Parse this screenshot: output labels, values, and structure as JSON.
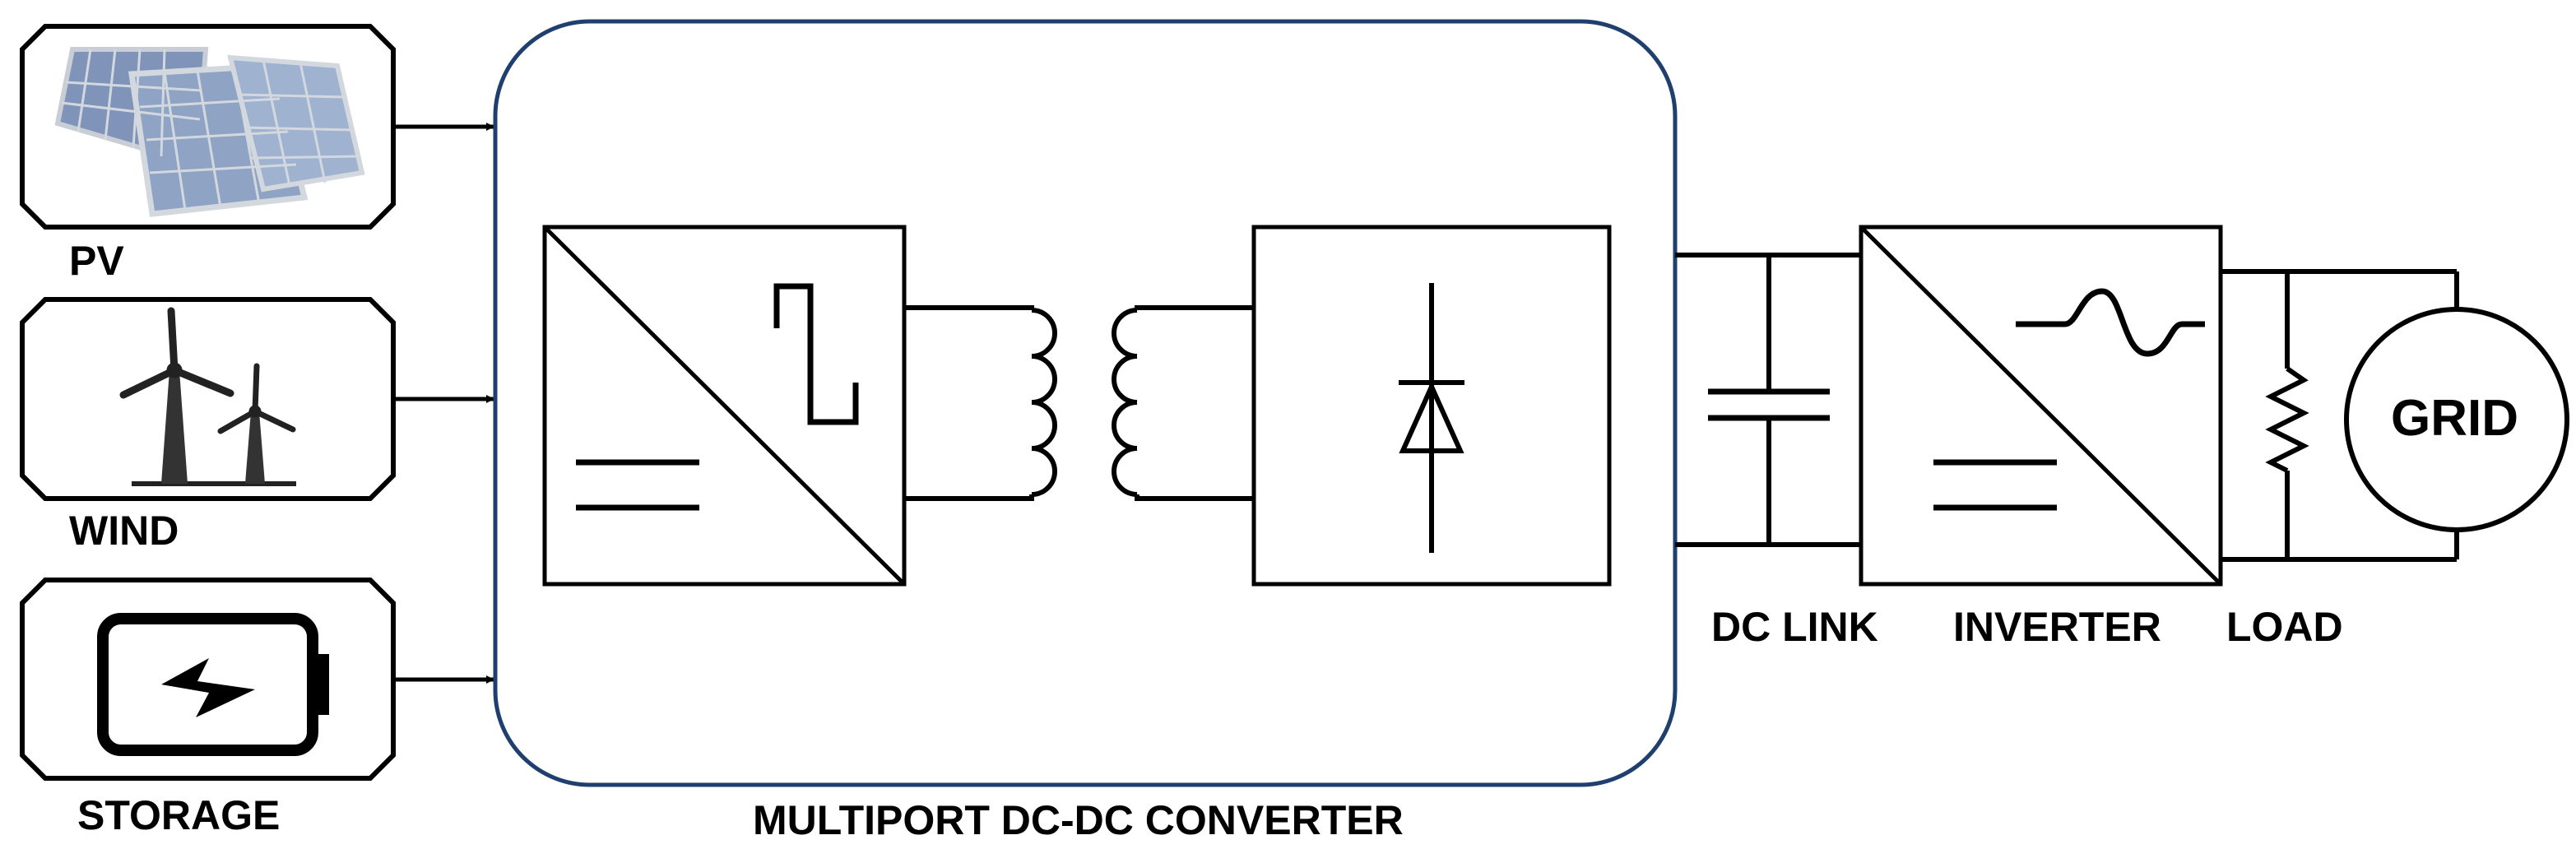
{
  "colors": {
    "line": "#000000",
    "converter_border": "#1f3f6e",
    "box_border": "#1a1a1a",
    "panel_cell": "#8fa3c4",
    "panel_dark": "#5a6f93",
    "panel_frame": "#c9ced6"
  },
  "sources": {
    "pv_label": "PV",
    "wind_label": "WIND",
    "storage_label": "STORAGE"
  },
  "icons": {
    "pv": "solar-panel-icon",
    "wind": "wind-turbine-icon",
    "storage": "battery-lightning-icon",
    "waveform_square": "square-wave-icon",
    "waveform_sine": "sine-wave-icon",
    "dc_symbol": "dc-symbol-icon",
    "diode": "diode-icon",
    "transformer": "transformer-coil-icon",
    "capacitor": "capacitor-icon",
    "resistor": "resistor-icon"
  },
  "converter_label": "MULTIPORT DC-DC CONVERTER",
  "stages": {
    "dc_link_label": "DC LINK",
    "inverter_label": "INVERTER",
    "load_label": "LOAD",
    "grid_label": "GRID"
  }
}
